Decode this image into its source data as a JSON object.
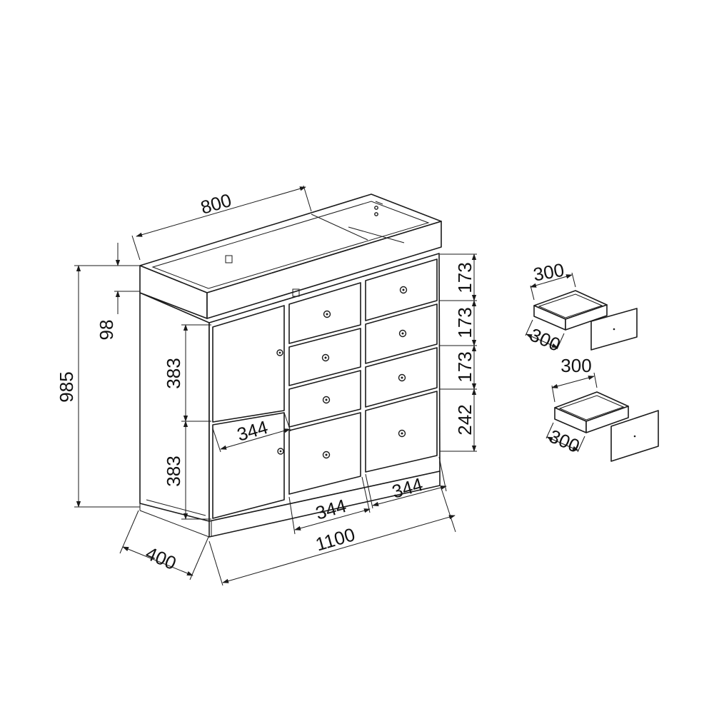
{
  "diagram": {
    "dimensions": {
      "top_width": "800",
      "top_height": "98",
      "total_height": "985",
      "door_height_upper": "383",
      "door_height_lower": "383",
      "door_width": "344",
      "depth": "400",
      "total_width": "1100",
      "center_drawer_width": "344",
      "right_drawer_width": "344",
      "drawer_height_1": "173",
      "drawer_height_2": "173",
      "drawer_height_3": "173",
      "drawer_height_4": "242"
    },
    "drawer_box_1": {
      "width": "300",
      "depth": "300"
    },
    "drawer_box_2": {
      "width": "300",
      "depth": "300"
    }
  }
}
